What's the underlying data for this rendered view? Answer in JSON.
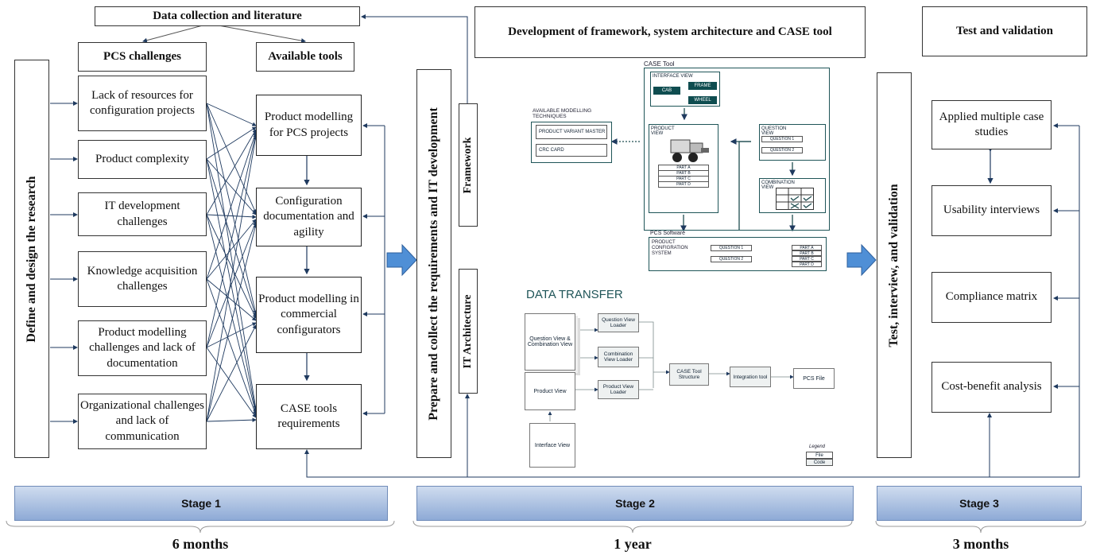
{
  "top_boxes": {
    "data_collection": "Data collection and literature",
    "pcs_challenges": "PCS challenges",
    "available_tools": "Available tools",
    "dev_framework": "Development of framework, system architecture and CASE tool",
    "test_validation": "Test and validation"
  },
  "vertical_labels": {
    "define": "Define and design the research",
    "prepare": "Prepare and collect the requirements and IT development",
    "framework": "Framework",
    "it_architecture": "IT Architecture",
    "test_interview": "Test, interview, and validation"
  },
  "challenges": [
    "Lack of resources for configuration projects",
    "Product complexity",
    "IT development challenges",
    "Knowledge acquisition challenges",
    "Product modelling challenges and lack of documentation",
    "Organizational challenges and lack of communication"
  ],
  "tools": [
    "Product modelling for PCS projects",
    "Configuration documentation and agility",
    "Product modelling in commercial configurators",
    "CASE tools requirements"
  ],
  "validation": [
    "Applied multiple case studies",
    "Usability interviews",
    "Compliance matrix",
    "Cost-benefit analysis"
  ],
  "case_tool": {
    "title": "CASE Tool",
    "interface_view": "INTERFACE VIEW",
    "cab": "CAB",
    "frame": "FRAME",
    "wheel": "WHEEL",
    "available_modelling": "AVAILABLE MODELLING TECHNIQUES",
    "product_variant_master": "PRODUCT VARIANT MASTER",
    "crc_card": "CRC CARD",
    "product_view": "PRODUCT VIEW",
    "parts": [
      "PART A",
      "PART B",
      "PART C",
      "PART D"
    ],
    "question_view": "QUESTION VIEW",
    "question1": "QUESTION 1",
    "question2": "QUESTION 2",
    "combination_view": "COMBINATION VIEW",
    "pcs_software": "PCS Software",
    "product_configuration_system": "PRODUCT CONFIGRATION SYSTEM"
  },
  "data_transfer": {
    "title": "DATA TRANSFER",
    "question_combination_view": "Question View & Combination View",
    "product_view": "Product View",
    "interface_view": "Interface View",
    "question_view_loader": "Question View Loader",
    "combination_view_loader": "Combination View Loader",
    "product_view_loader": "Product View Loader",
    "case_tool_structure": "CASE Tool Structure",
    "integration_tool": "Integration tool",
    "pcs_file": "PCS File",
    "legend_title": "Legend",
    "legend_file": "File",
    "legend_code": "Code"
  },
  "stages": [
    "Stage 1",
    "Stage 2",
    "Stage 3"
  ],
  "durations": [
    "6 months",
    "1 year",
    "3 months"
  ],
  "colors": {
    "arrow_navy": "#1f3a5f",
    "arrow_blue": "#4f8fd6",
    "teal": "#0f4d50",
    "stage_fill": "#9fb8de"
  }
}
